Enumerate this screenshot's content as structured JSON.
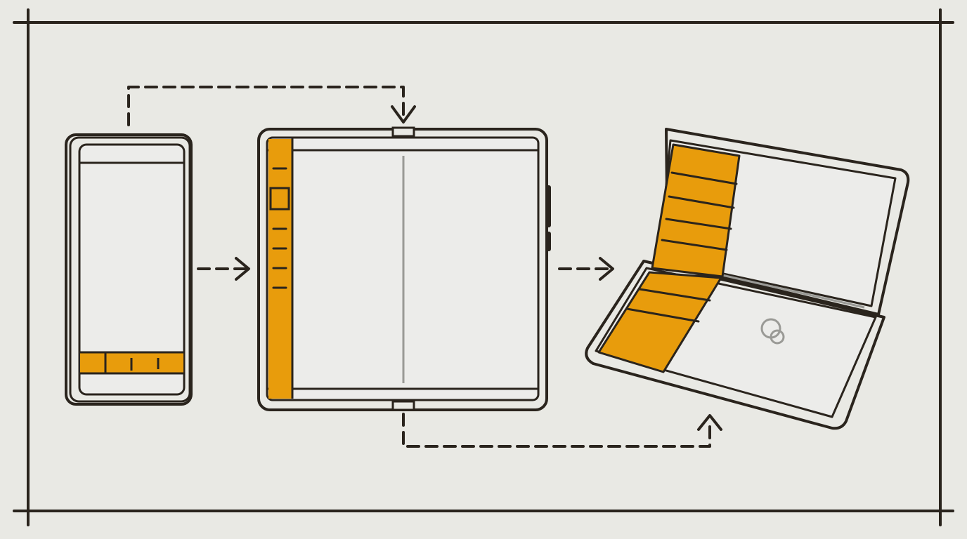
{
  "colors": {
    "background": "#e9e9e4",
    "ink": "#2a241d",
    "accent": "#e89c0c",
    "screen": "#ececea",
    "hinge_line": "#9a9a96"
  },
  "diagram": {
    "nodes": [
      {
        "id": "folded-phone",
        "state": "folded",
        "accent_region": "bottom-nav-bar"
      },
      {
        "id": "unfolded-tablet",
        "state": "unfolded",
        "accent_region": "left-nav-rail"
      },
      {
        "id": "half-folded-device",
        "state": "tabletop",
        "accent_region": "left-panel"
      }
    ],
    "edges": [
      {
        "from": "folded-phone",
        "to": "unfolded-tablet",
        "style": "dashed",
        "route": "direct"
      },
      {
        "from": "folded-phone",
        "to": "unfolded-tablet",
        "style": "dashed",
        "route": "over-top"
      },
      {
        "from": "unfolded-tablet",
        "to": "half-folded-device",
        "style": "dashed",
        "route": "direct"
      },
      {
        "from": "unfolded-tablet",
        "to": "half-folded-device",
        "style": "dashed",
        "route": "under-bottom"
      }
    ],
    "icons": [
      "overlapping-circles-icon"
    ]
  }
}
